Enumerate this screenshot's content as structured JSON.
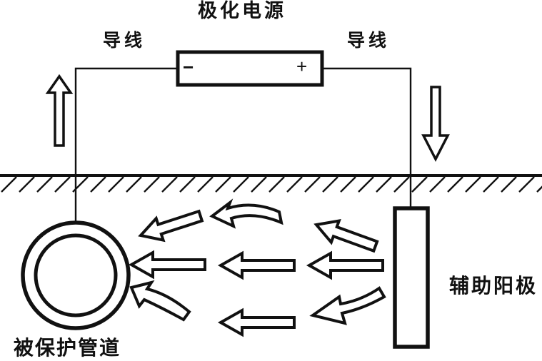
{
  "labels": {
    "power_source": "极化电源",
    "wire_left": "导线",
    "wire_right": "导线",
    "minus_terminal": "−",
    "plus_terminal": "+",
    "anode": "辅助阳极",
    "pipe": "被保护管道"
  },
  "colors": {
    "ink": "#111111",
    "background": "#ffffff"
  }
}
